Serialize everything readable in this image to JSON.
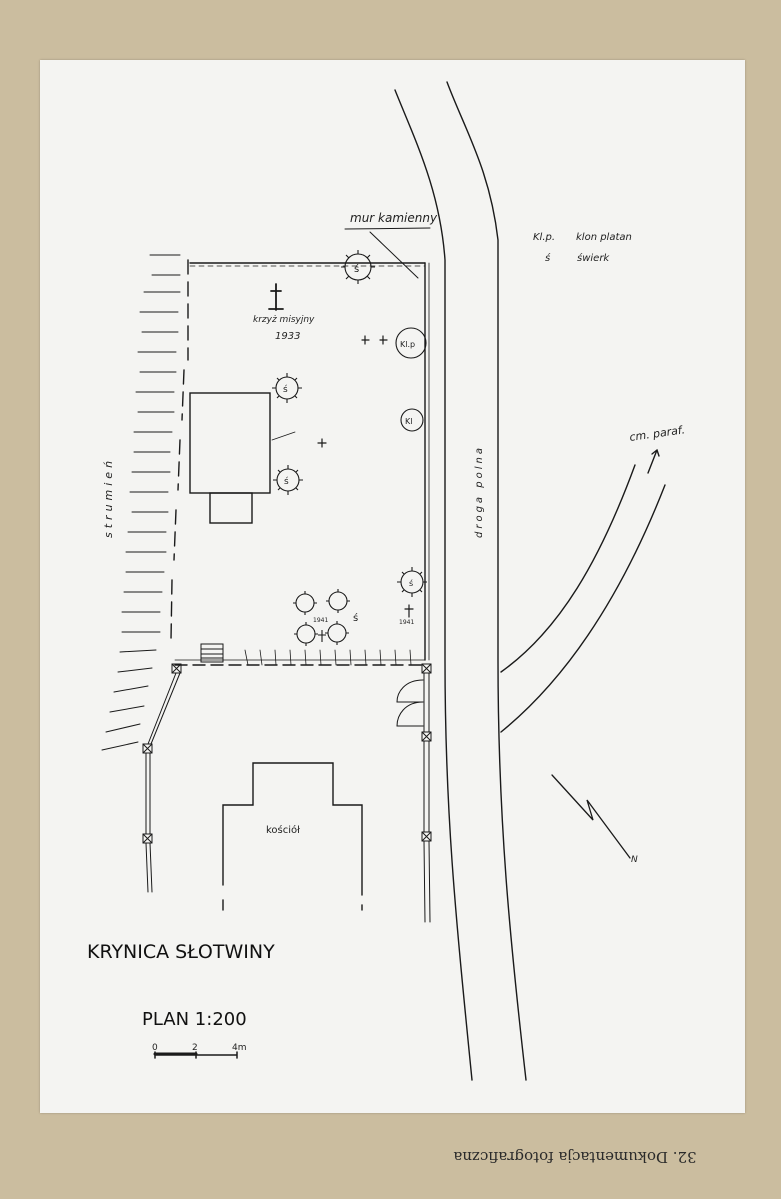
{
  "title": "KRYNICA SŁOTWINY",
  "plan_label": "PLAN 1:200",
  "scale_bar": {
    "ticks": [
      "0",
      "2",
      "4m"
    ]
  },
  "legend": [
    {
      "abbr": "Kl.p.",
      "meaning": "klon platan"
    },
    {
      "abbr": "ś",
      "meaning": "świerk"
    }
  ],
  "labels": {
    "mur_kamienny": "mur kamienny",
    "krzyz_misyjny": "krzyż misyjny",
    "krzyz_year": "1933",
    "strumien": "strumień",
    "droga_polna": "droga polna",
    "cm_paraf": "cm. paraf.",
    "kosciol": "kościół",
    "north": "N",
    "tree_s": "ś",
    "tree_klp": "Kl.p",
    "tree_kl": "Kl",
    "group_s": "ś",
    "year_1941a": "1941",
    "year_1941b": "1941"
  },
  "caption": "32. Dokumentacja fotograficzna",
  "colors": {
    "board": "#cbbd9f",
    "sheet": "#f4f4f2",
    "ink": "#1a1a1a"
  }
}
